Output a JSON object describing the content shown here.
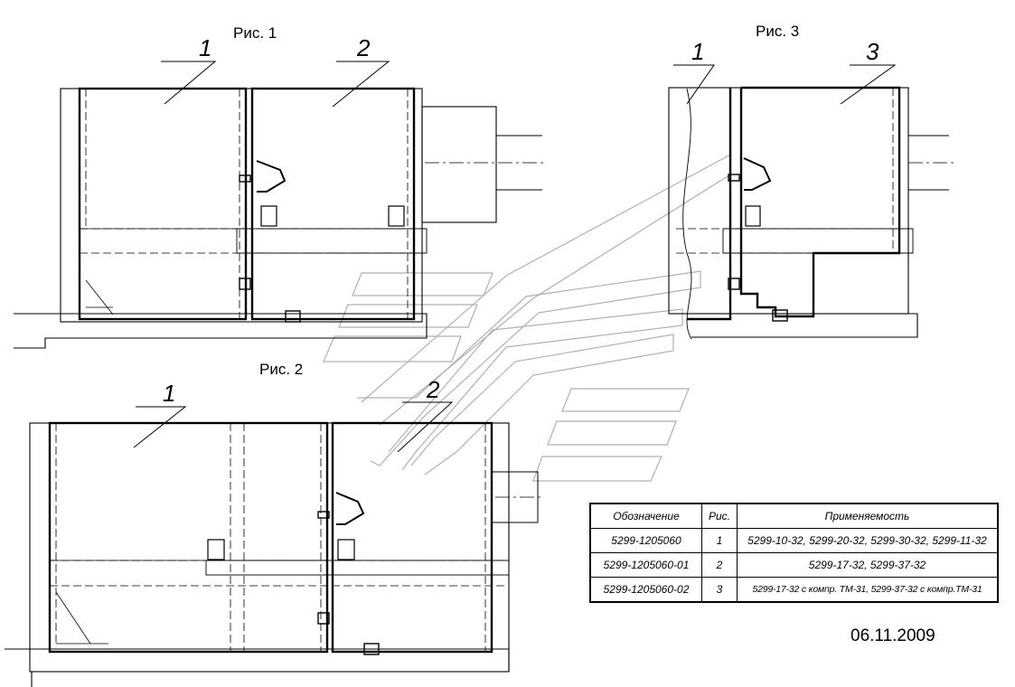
{
  "figures": {
    "fig1": {
      "title": "Рис. 1",
      "callouts": [
        "1",
        "2"
      ]
    },
    "fig2": {
      "title": "Рис. 2",
      "callouts": [
        "1",
        "2"
      ]
    },
    "fig3": {
      "title": "Рис. 3",
      "callouts": [
        "1",
        "3"
      ]
    }
  },
  "table": {
    "headers": [
      "Обозначение",
      "Рис.",
      "Применяемость"
    ],
    "rows": [
      [
        "5299-1205060",
        "1",
        "5299-10-32, 5299-20-32, 5299-30-32, 5299-11-32"
      ],
      [
        "5299-1205060-01",
        "2",
        "5299-17-32, 5299-37-32"
      ],
      [
        "5299-1205060-02",
        "3",
        "5299-17-32 с компр. ТМ-31, 5299-37-32 с компр.ТМ-31"
      ]
    ]
  },
  "date": "06.11.2009",
  "colors": {
    "line": "#000000",
    "thin": "#555555",
    "watermark": "#b8b8b8"
  }
}
